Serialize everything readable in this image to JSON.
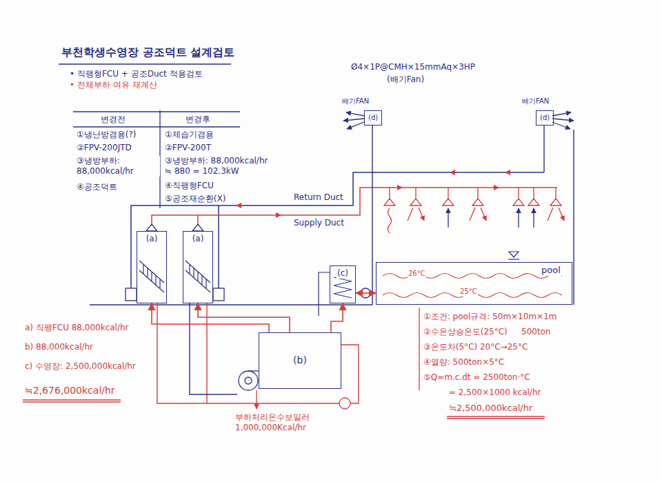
{
  "diagram": {
    "title": "부천학생수영장 공조덕트 설계검토",
    "nodes": [
      {
        "text": [
          "배기FAN",
          "(d)"
        ]
      },
      {
        "text": [
          "배기FAN",
          "(d)"
        ]
      },
      {
        "text": [
          "(a)"
        ]
      },
      {
        "text": [
          "(a)"
        ]
      },
      {
        "text": [
          "(c)"
        ]
      },
      {
        "text": [
          "pool",
          "26°C",
          "25°C"
        ]
      },
      {
        "text": [
          "(b)"
        ]
      }
    ],
    "edges": [
      {
        "from": 6,
        "to": 2,
        "arrow": "to"
      },
      {
        "from": 6,
        "to": 3,
        "arrow": "to"
      },
      {
        "from": 6,
        "to": 4,
        "arrow": "to"
      },
      {
        "from": 4,
        "to": 5,
        "arrow": "both"
      }
    ],
    "labels": [
      "• 직팽형FCU + 공조Duct 적용검토",
      "• 전체부하 여유 재계산",
      "변경전",
      "변경후",
      "①냉난방겸용(?)",
      "②FPV-200JTD",
      "③냉방부하: 88,000kcal/hr",
      "④공조덕트",
      "①제습기겸용",
      "②FPV-200T",
      "③냉방부하: 88,000kcal/hr ≒ 880 = 102.3kW",
      "④직팽형FCU",
      "⑤공조재순환(X)",
      "Ø4×1P@CMH×15mmAq×3HP",
      "(배기Fan)",
      "Return Duct",
      "Supply Duct",
      "a) 직팽FCU 88,000kcal/hr",
      "b) 88,000kcal/hr",
      "c) 수영장: 2,500,000kcal/hr",
      "≒2,676,000kcal/hr",
      "부하처리온수보일러 1,000,000Kcal/hr",
      "①조건: pool규격: 50m×10m×1m",
      "②수온상승온도(25°C)",
      "500ton",
      "③온도차(5°C) 20°C→25°C",
      "④열량: 500ton×5°C",
      "⑤Q=m.c.dt = 2500ton·°C",
      "= 2,500×1000 kcal/hr",
      "≒2,500,000kcal/hr"
    ]
  }
}
